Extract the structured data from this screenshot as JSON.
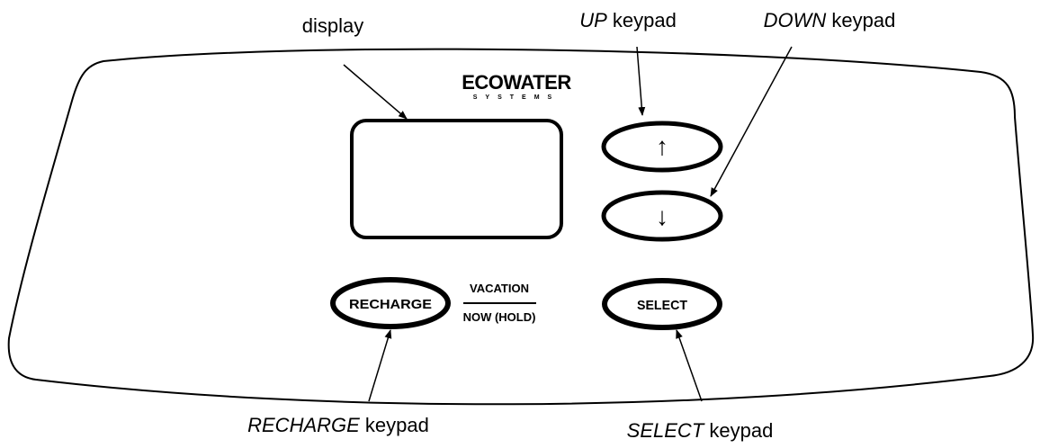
{
  "brand": {
    "name": "ECOWATER",
    "tagline": "SYSTEMS"
  },
  "panel": {
    "up_symbol": "↑",
    "down_symbol": "↓",
    "recharge_label": "RECHARGE",
    "select_label": "SELECT",
    "recharge_function_top": "VACATION",
    "recharge_function_bottom": "NOW (HOLD)"
  },
  "callouts": {
    "display": {
      "text": "display"
    },
    "up": {
      "emph": "UP",
      "text": " keypad"
    },
    "down": {
      "emph": "DOWN",
      "text": " keypad"
    },
    "recharge": {
      "emph": "RECHARGE",
      "text": " keypad"
    },
    "select": {
      "emph": "SELECT",
      "text": " keypad"
    }
  }
}
